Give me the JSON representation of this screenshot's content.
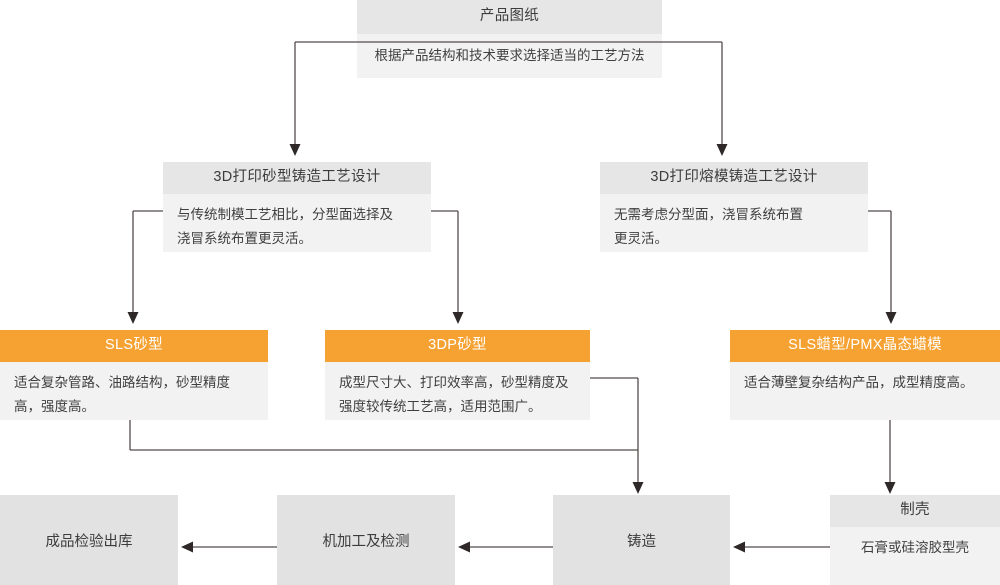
{
  "diagram": {
    "title_node": {
      "header": "产品图纸",
      "body": "根据产品结构和技术要求选择适当的工艺方法"
    },
    "process_nodes": [
      {
        "id": "sand-casting-design",
        "header": "3D打印砂型铸造工艺设计",
        "body": "与传统制模工艺相比，分型面选择及\n浇冒系统布置更灵活。"
      },
      {
        "id": "investment-casting-design",
        "header": "3D打印熔模铸造工艺设计",
        "body": "无需考虑分型面，浇冒系统布置\n更灵活。"
      }
    ],
    "method_nodes": [
      {
        "id": "sls-sand",
        "header": "SLS砂型",
        "body": "适合复杂管路、油路结构，砂型精度\n高，强度高。",
        "accent": "#f5a233"
      },
      {
        "id": "3dp-sand",
        "header": "3DP砂型",
        "body": "成型尺寸大、打印效率高，砂型精度及\n强度较传统工艺高，适用范围广。",
        "accent": "#f5a233"
      },
      {
        "id": "sls-wax",
        "header": "SLS蜡型/PMX晶态蜡模",
        "body": "适合薄壁复杂结构产品，成型精度高。",
        "accent": "#f5a233"
      }
    ],
    "shell_node": {
      "id": "shell-making",
      "header": "制壳",
      "body": "石膏或硅溶胶型壳"
    },
    "flow_nodes": [
      {
        "id": "final-inspection",
        "label": "成品检验出库"
      },
      {
        "id": "machining-inspection",
        "label": "机加工及检测"
      },
      {
        "id": "casting",
        "label": "铸造"
      }
    ],
    "colors": {
      "accent": "#f5a233",
      "header_gray": "#e6e6e6",
      "body_gray": "#f2f2f2",
      "solid_gray": "#e2e2e2",
      "line": "#544c4c",
      "text": "#3c3c3c"
    }
  }
}
